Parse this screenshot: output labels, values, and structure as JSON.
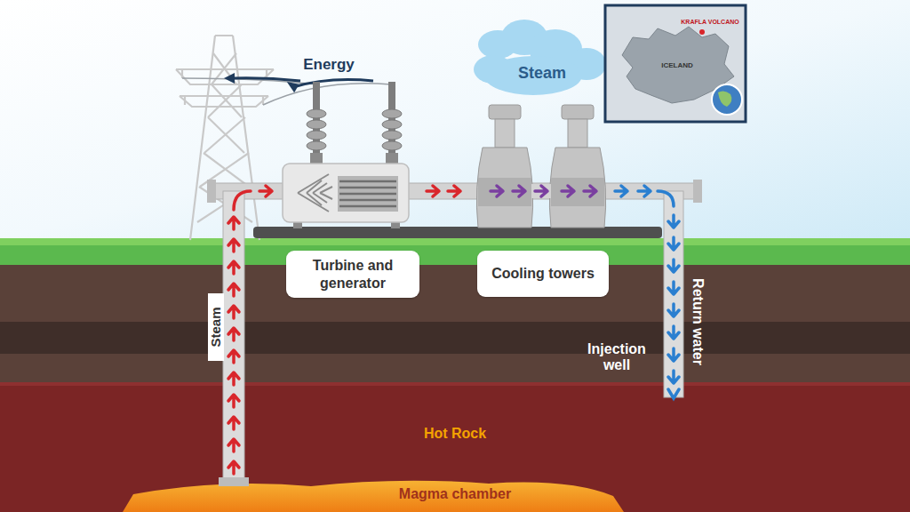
{
  "diagram": {
    "nodes": [
      {
        "text": [
          "Turbine and generator"
        ]
      },
      {
        "text": [
          "Cooling towers"
        ]
      }
    ],
    "labels": [
      "Energy",
      "Steam",
      "Steam",
      "Injection well",
      "Return water",
      "Hot Rock",
      "Magma chamber",
      "ICELAND",
      "KRAFLA VOLCANO"
    ]
  }
}
